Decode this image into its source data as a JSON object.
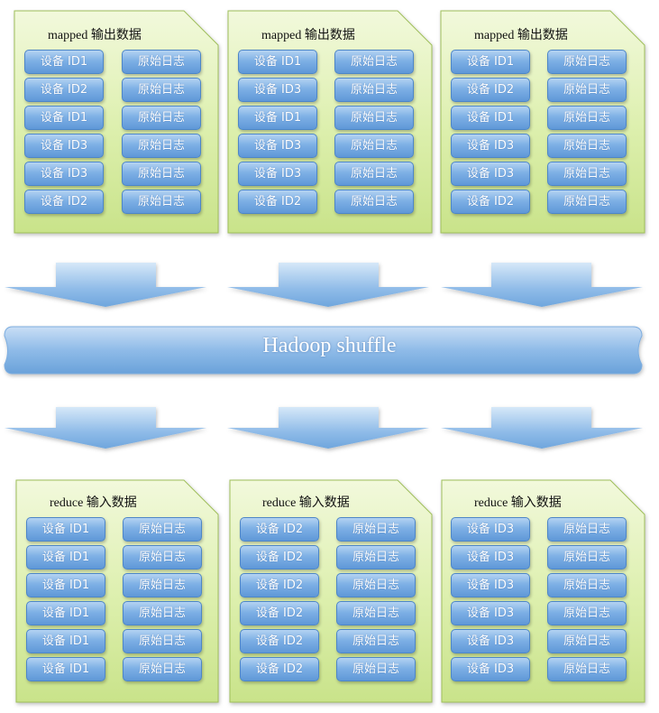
{
  "mapped_panels": [
    {
      "title": "mapped 输出数据",
      "rows": [
        {
          "device": "设备 ID1",
          "log": "原始日志"
        },
        {
          "device": "设备 ID2",
          "log": "原始日志"
        },
        {
          "device": "设备 ID1",
          "log": "原始日志"
        },
        {
          "device": "设备 ID3",
          "log": "原始日志"
        },
        {
          "device": "设备 ID3",
          "log": "原始日志"
        },
        {
          "device": "设备 ID2",
          "log": "原始日志"
        }
      ]
    },
    {
      "title": "mapped 输出数据",
      "rows": [
        {
          "device": "设备 ID1",
          "log": "原始日志"
        },
        {
          "device": "设备 ID3",
          "log": "原始日志"
        },
        {
          "device": "设备 ID1",
          "log": "原始日志"
        },
        {
          "device": "设备 ID3",
          "log": "原始日志"
        },
        {
          "device": "设备 ID3",
          "log": "原始日志"
        },
        {
          "device": "设备 ID2",
          "log": "原始日志"
        }
      ]
    },
    {
      "title": "mapped 输出数据",
      "rows": [
        {
          "device": "设备 ID1",
          "log": "原始日志"
        },
        {
          "device": "设备 ID2",
          "log": "原始日志"
        },
        {
          "device": "设备 ID1",
          "log": "原始日志"
        },
        {
          "device": "设备 ID3",
          "log": "原始日志"
        },
        {
          "device": "设备 ID3",
          "log": "原始日志"
        },
        {
          "device": "设备 ID2",
          "log": "原始日志"
        }
      ]
    }
  ],
  "shuffle": {
    "label": "Hadoop shuffle"
  },
  "reduce_panels": [
    {
      "title": "reduce 输入数据",
      "rows": [
        {
          "device": "设备 ID1",
          "log": "原始日志"
        },
        {
          "device": "设备 ID1",
          "log": "原始日志"
        },
        {
          "device": "设备 ID1",
          "log": "原始日志"
        },
        {
          "device": "设备 ID1",
          "log": "原始日志"
        },
        {
          "device": "设备 ID1",
          "log": "原始日志"
        },
        {
          "device": "设备 ID1",
          "log": "原始日志"
        }
      ]
    },
    {
      "title": "reduce 输入数据",
      "rows": [
        {
          "device": "设备 ID2",
          "log": "原始日志"
        },
        {
          "device": "设备 ID2",
          "log": "原始日志"
        },
        {
          "device": "设备 ID2",
          "log": "原始日志"
        },
        {
          "device": "设备 ID2",
          "log": "原始日志"
        },
        {
          "device": "设备 ID2",
          "log": "原始日志"
        },
        {
          "device": "设备 ID2",
          "log": "原始日志"
        }
      ]
    },
    {
      "title": "reduce 输入数据",
      "rows": [
        {
          "device": "设备 ID3",
          "log": "原始日志"
        },
        {
          "device": "设备 ID3",
          "log": "原始日志"
        },
        {
          "device": "设备 ID3",
          "log": "原始日志"
        },
        {
          "device": "设备 ID3",
          "log": "原始日志"
        },
        {
          "device": "设备 ID3",
          "log": "原始日志"
        },
        {
          "device": "设备 ID3",
          "log": "原始日志"
        }
      ]
    }
  ],
  "colors": {
    "panel_fill_light": "#f2f9dc",
    "panel_fill_dark": "#c9e38a",
    "panel_stroke": "#9fbf5a",
    "arrow_light": "#cfe3f7",
    "arrow_dark": "#6fa6dd",
    "cell_blue": "#6fa6dd"
  }
}
